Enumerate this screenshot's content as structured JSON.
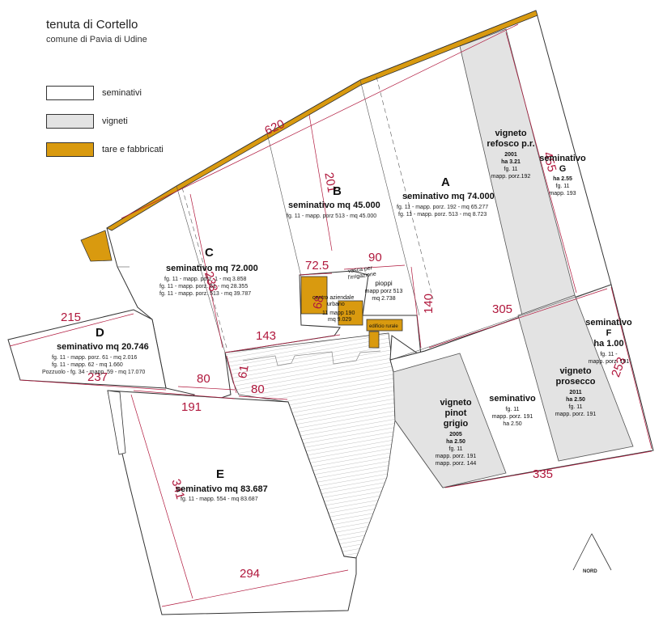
{
  "header": {
    "title": "tenuta di Cortello",
    "subtitle": "comune di Pavia di Udine"
  },
  "legend": [
    {
      "label": "seminativi",
      "color": "#ffffff"
    },
    {
      "label": "vigneti",
      "color": "#e3e3e3"
    },
    {
      "label": "tare e fabbricati",
      "color": "#d99a0f"
    }
  ],
  "colors": {
    "dimension": "#b0173c",
    "border": "#333333",
    "vineyard": "#e3e3e3",
    "buildings": "#d99a0f"
  },
  "parcels": {
    "A": {
      "letter": "A",
      "title": "seminativo mq 74.000",
      "line1": "fg. 11 - mapp. porz. 192 - mq 65.277",
      "line2": "fg. 11 - mapp. porz. 513 - mq 8.723"
    },
    "B": {
      "letter": "B",
      "title": "seminativo mq 45.000",
      "line1": "fg. 11 - mapp. porz 513 - mq 45.000"
    },
    "C": {
      "letter": "C",
      "title": "seminativo mq 72.000",
      "line1": "fg. 11 - mapp. porz. 1 - mq  3.858",
      "line2": "fg. 11 - mapp. porz. 61 - mq 28.355",
      "line3": "fg. 11 - mapp. porz. 513 - mq 39.787"
    },
    "D": {
      "letter": "D",
      "title": "seminativo mq 20.746",
      "line1": "fg. 11 - mapp. porz. 61 - mq  2.016",
      "line2": "fg. 11 - mapp. 62 - mq 1.660",
      "line3": "Pozzuolo - fg. 34 - mapp. 59 - mq 17.070"
    },
    "E": {
      "letter": "E",
      "title": "seminativo mq 83.687",
      "line1": "fg. 11 - mapp. 554 - mq 83.687"
    },
    "F": {
      "l1": "seminativo",
      "l2": "F",
      "l3": "ha 1.00",
      "l4": "fg. 11 -",
      "l5": "mapp. porz. 191"
    },
    "G": {
      "l1": "seminativo",
      "l2": "G",
      "l3": "ha 2.55",
      "l4": "fg. 11",
      "l5": "mapp. 193"
    },
    "refosco": {
      "l1": "vigneto",
      "l2": "refosco p.r.",
      "l3": "2001",
      "l4": "ha 3.21",
      "l5": "fg. 11",
      "l6": "mapp. porz.192"
    },
    "prosecco": {
      "l1": "vigneto",
      "l2": "prosecco",
      "l3": "2011",
      "l4": "ha 2.50",
      "l5": "fg. 11",
      "l6": "mapp. porz. 191"
    },
    "pinot": {
      "l1": "vigneto",
      "l2": "pinot",
      "l3": "grigio",
      "l4": "2005",
      "l5": "ha 2.50",
      "l6": "fg. 11",
      "l7": "mapp. porz. 191",
      "l8": "mapp. porz. 144"
    },
    "mid": {
      "l1": "seminativo",
      "l2": "fg. 11",
      "l3": "mapp. porz. 191",
      "l4": "ha 2.50"
    },
    "pioppi": {
      "l1": "pioppi",
      "l2": "mapp porz 513",
      "l3": "mq 2.738"
    },
    "centro": {
      "l1": "centro aziendale",
      "l2": "urbano",
      "l3": "11 mapp 190",
      "l4": "mq 9.029"
    },
    "vasca": {
      "l1": "vasca per",
      "l2": "l'irrigazione"
    },
    "edificio": {
      "l1": "edificio rurale"
    }
  },
  "dimensions": {
    "d620": "620",
    "d201": "201",
    "d72": "72.5",
    "d90": "90",
    "d140": "140",
    "d143": "143",
    "d305": "305",
    "d455": "455",
    "d253": "253",
    "d335": "335",
    "d215": "215",
    "d237": "237",
    "d80a": "80",
    "d80b": "80",
    "d61": "61",
    "d191": "191",
    "d341": "341",
    "d294": "294",
    "d238": "238",
    "d68": "68"
  },
  "north": {
    "label": "NORD"
  }
}
